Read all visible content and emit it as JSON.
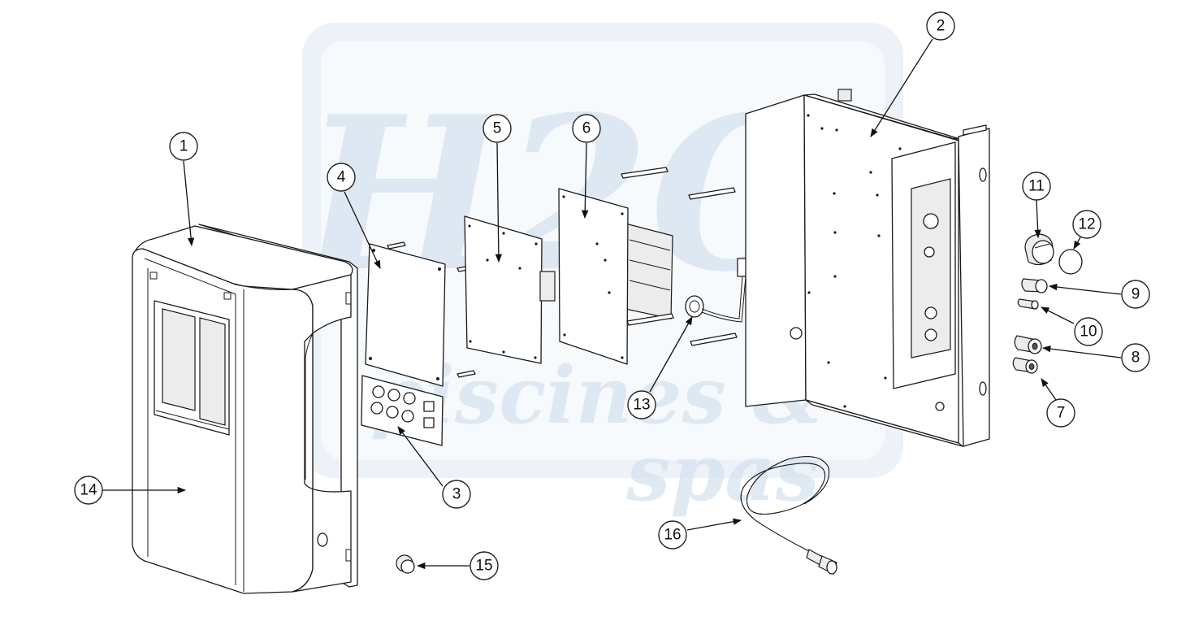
{
  "watermark": {
    "logo_text": "H2O",
    "line1": "piscines &",
    "line2": "spas"
  },
  "callouts": [
    {
      "id": "1",
      "label": "1"
    },
    {
      "id": "2",
      "label": "2"
    },
    {
      "id": "3",
      "label": "3"
    },
    {
      "id": "4",
      "label": "4"
    },
    {
      "id": "5",
      "label": "5"
    },
    {
      "id": "6",
      "label": "6"
    },
    {
      "id": "7",
      "label": "7"
    },
    {
      "id": "8",
      "label": "8"
    },
    {
      "id": "9",
      "label": "9"
    },
    {
      "id": "10",
      "label": "10"
    },
    {
      "id": "11",
      "label": "11"
    },
    {
      "id": "12",
      "label": "12"
    },
    {
      "id": "13",
      "label": "13"
    },
    {
      "id": "14",
      "label": "14"
    },
    {
      "id": "15",
      "label": "15"
    },
    {
      "id": "16",
      "label": "16"
    }
  ]
}
